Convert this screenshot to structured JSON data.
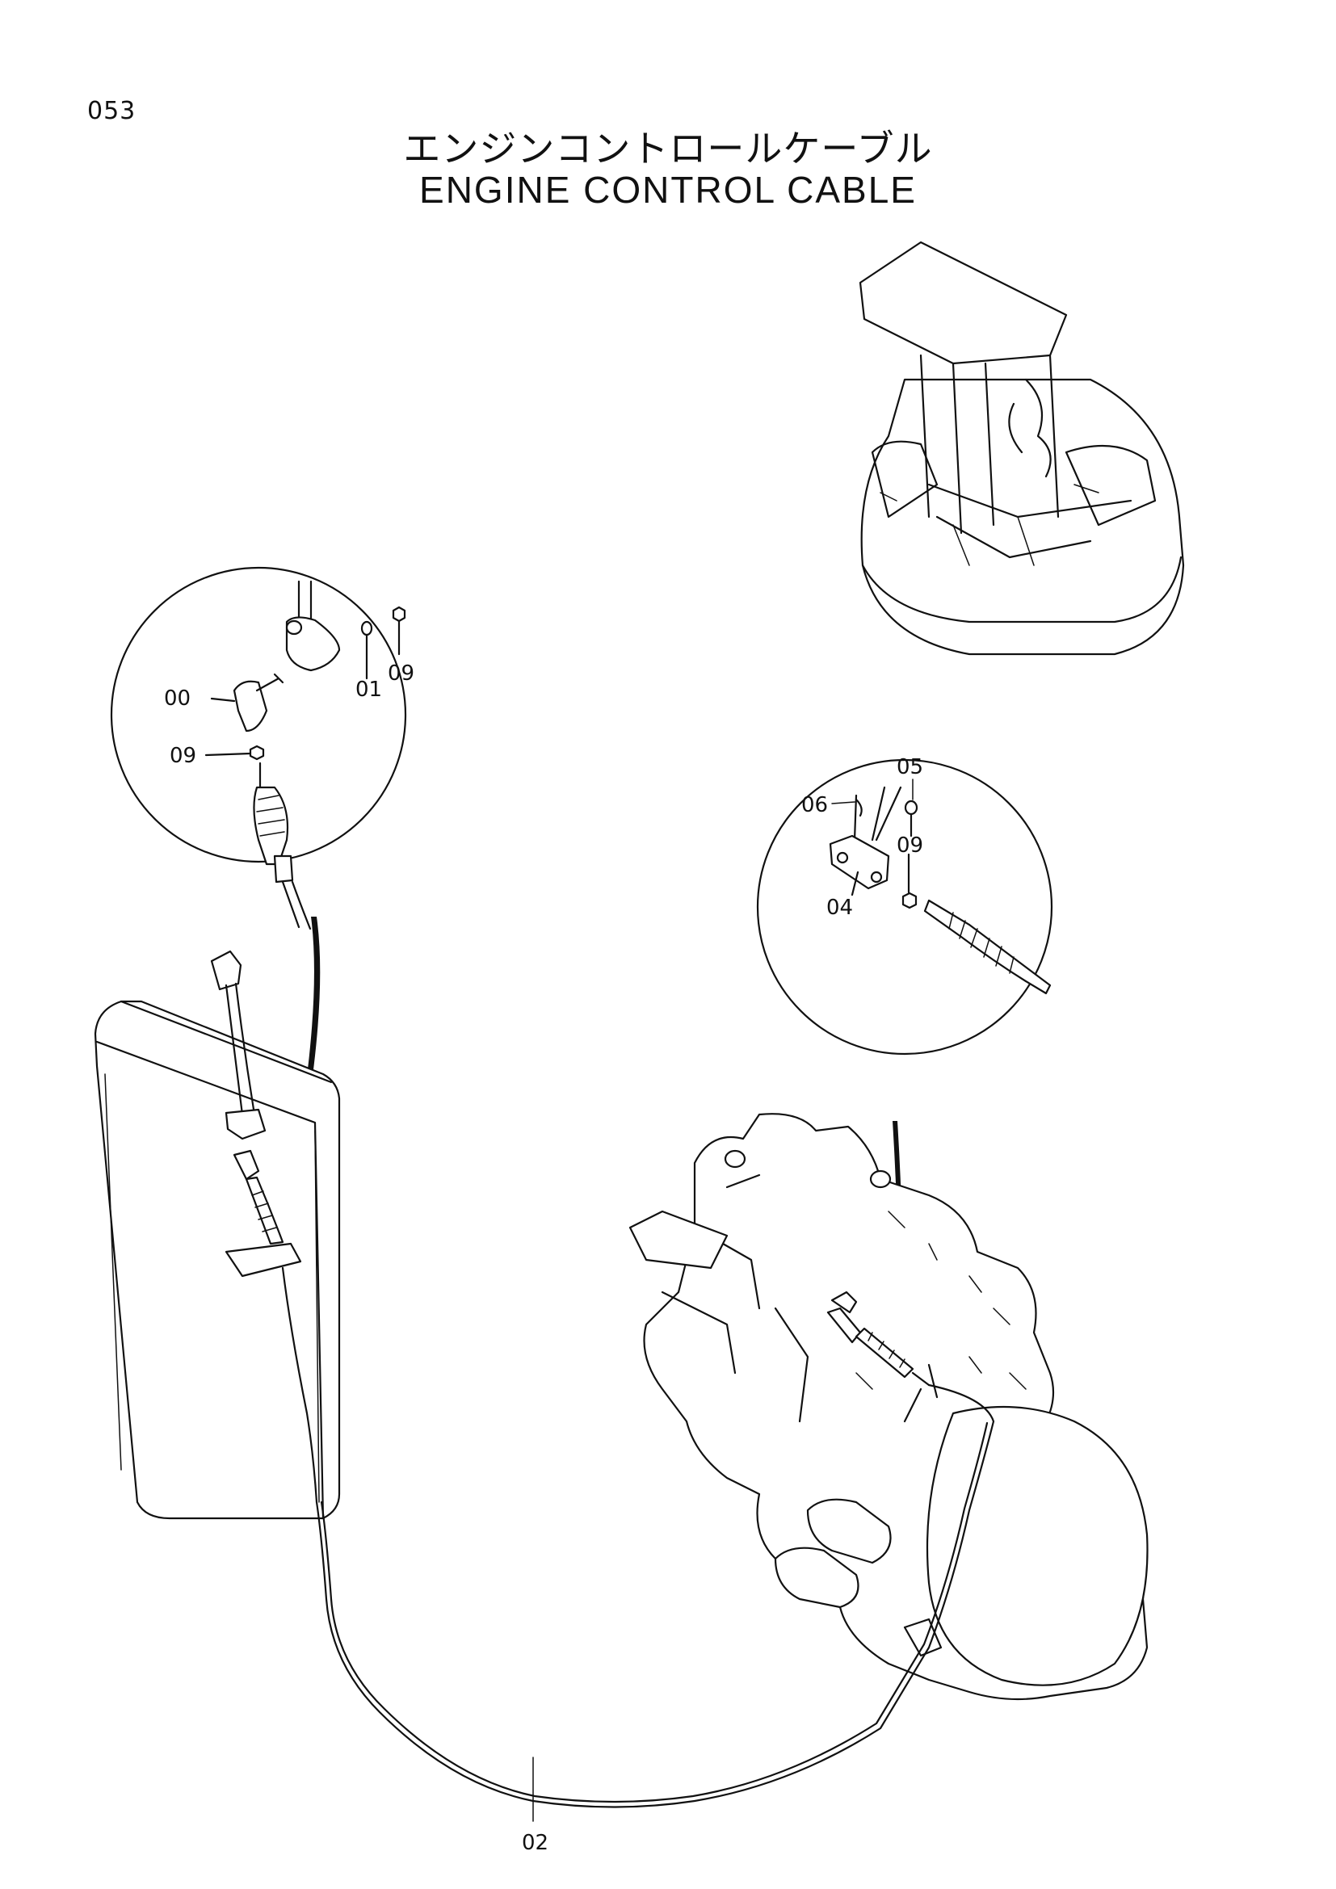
{
  "page": {
    "number": "053",
    "title_jp": "エンジンコントロールケーブル",
    "title_en": "ENGINE CONTROL CABLE"
  },
  "callouts": {
    "p00": "00",
    "p01": "01",
    "p02": "02",
    "p04": "04",
    "p05": "05",
    "p06": "06",
    "p09_a": "09",
    "p09_b": "09",
    "p09_c": "09"
  }
}
